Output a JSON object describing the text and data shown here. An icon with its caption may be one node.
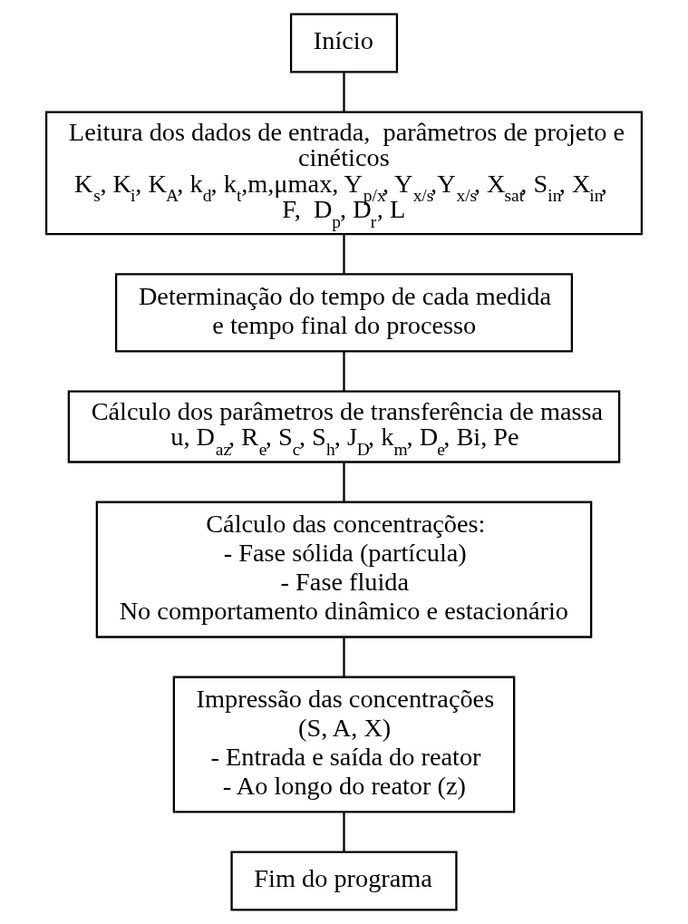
{
  "diagram": {
    "nodes": [
      {
        "text": [
          "Início"
        ]
      },
      {
        "text": [
          "Leitura dos dados de entrada,  parâmetros de projeto e cinéticos",
          "K$_{s}$, K$_{i}$, K$_{A}$, k$_{d}$, k$_{t}$,m,μmax, Y$_{p/x}$, Y$_{x/s}$,Y$_{x/s}$, X$_{sat}$, S$_{in}$, X$_{in}$,  F,  D$_{p}$, D$_{r}$, L"
        ]
      },
      {
        "text": [
          "Determinação do tempo de cada medida e tempo final do processo"
        ]
      },
      {
        "text": [
          "Cálculo dos parâmetros de transferência de massa",
          "u, D$_{az}$, R$_{e}$, S$_{c}$, S$_{h}$, J$_{D}$, k$_{m}$, D$_{e}$, Bi, Pe"
        ]
      },
      {
        "text": [
          "Cálculo das concentrações:",
          "- Fase sólida (partícula)",
          "- Fase fluida",
          "No comportamento dinâmico e estacionário"
        ]
      },
      {
        "text": [
          "Impressão das concentrações",
          "(S, A, X)",
          "- Entrada e saída do reator",
          "- Ao longo do reator (z)"
        ]
      },
      {
        "text": [
          "Fim do programa"
        ]
      }
    ],
    "edges": [
      {
        "from": 0,
        "to": 1,
        "arrow": "none"
      },
      {
        "from": 1,
        "to": 2,
        "arrow": "none"
      },
      {
        "from": 2,
        "to": 3,
        "arrow": "none"
      },
      {
        "from": 3,
        "to": 4,
        "arrow": "none"
      },
      {
        "from": 4,
        "to": 5,
        "arrow": "none"
      },
      {
        "from": 5,
        "to": 6,
        "arrow": "none"
      }
    ]
  }
}
